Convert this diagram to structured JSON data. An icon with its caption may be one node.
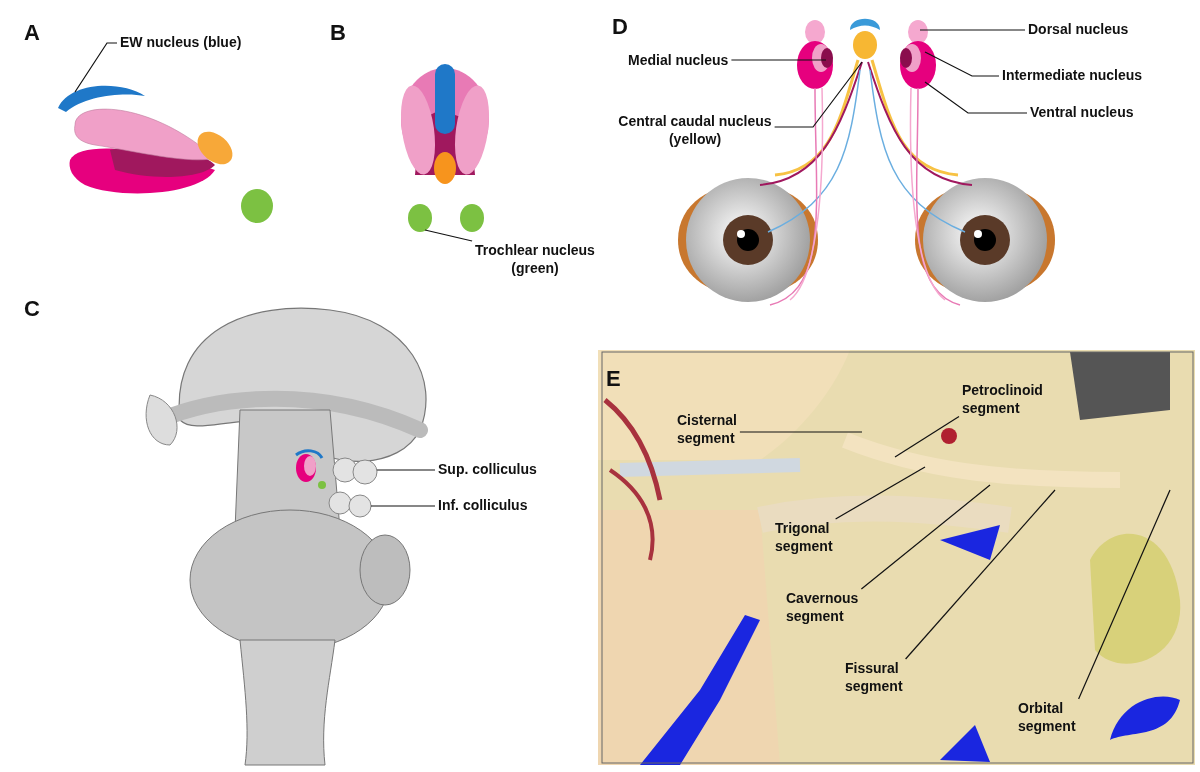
{
  "diagram": {
    "nodes": [
      {
        "text": [
          "EW nucleus (blue)"
        ]
      },
      {
        "text": [
          "Trochlear nucleus (green)"
        ]
      },
      {
        "text": [
          "Sup. colliculus"
        ]
      },
      {
        "text": [
          "Inf. colliculus"
        ]
      },
      {
        "text": [
          "Medial nucleus"
        ]
      },
      {
        "text": [
          "Central caudal nucleus (yellow)"
        ]
      },
      {
        "text": [
          "Dorsal nucleus"
        ]
      },
      {
        "text": [
          "Intermediate nucleus"
        ]
      },
      {
        "text": [
          "Ventral nucleus"
        ]
      },
      {
        "text": [
          "Cisternal segment"
        ]
      },
      {
        "text": [
          "Petroclinoid segment"
        ]
      },
      {
        "text": [
          "Trigonal segment"
        ]
      },
      {
        "text": [
          "Cavernous segment"
        ]
      },
      {
        "text": [
          "Fissural segment"
        ]
      },
      {
        "text": [
          "Orbital segment"
        ]
      }
    ],
    "edges": [
      {
        "from": 0,
        "to": null,
        "arrow": "none"
      },
      {
        "from": 1,
        "to": null,
        "arrow": "none"
      },
      {
        "from": 2,
        "to": null,
        "arrow": "none"
      },
      {
        "from": 3,
        "to": null,
        "arrow": "none"
      },
      {
        "from": 4,
        "to": null,
        "arrow": "none"
      },
      {
        "from": 5,
        "to": null,
        "arrow": "none"
      },
      {
        "from": 6,
        "to": null,
        "arrow": "none"
      },
      {
        "from": 7,
        "to": null,
        "arrow": "none"
      },
      {
        "from": 8,
        "to": null,
        "arrow": "none"
      },
      {
        "from": 9,
        "to": null,
        "arrow": "none"
      },
      {
        "from": 10,
        "to": null,
        "arrow": "none"
      },
      {
        "from": 11,
        "to": null,
        "arrow": "none"
      },
      {
        "from": 12,
        "to": null,
        "arrow": "none"
      },
      {
        "from": 13,
        "to": null,
        "arrow": "none"
      },
      {
        "from": 14,
        "to": null,
        "arrow": "none"
      }
    ],
    "labels": [
      "A",
      "B",
      "C",
      "D",
      "E"
    ]
  }
}
